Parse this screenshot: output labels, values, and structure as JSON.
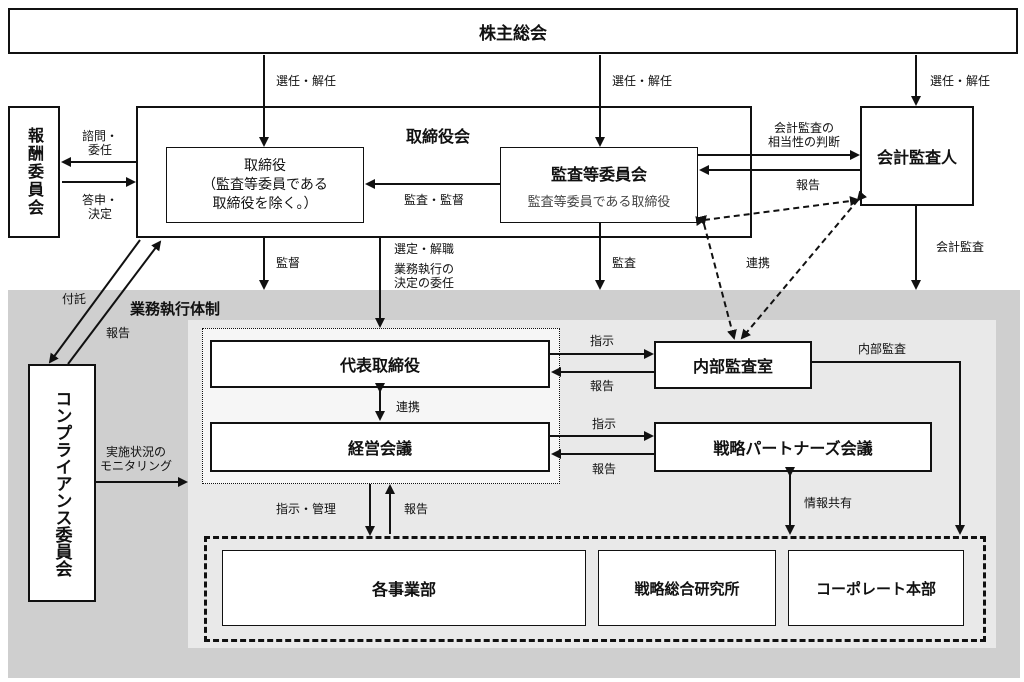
{
  "shareholders_meeting": "株主総会",
  "board": {
    "title": "取締役会",
    "directors_box": [
      "取締役",
      "（監査等委員である",
      "取締役を除く。）"
    ],
    "audit_committee_title": "監査等委員会",
    "audit_committee_sub": "監査等委員である取締役"
  },
  "compensation_committee": "報酬委員会",
  "accounting_auditor": "会計監査人",
  "compliance_committee": "コンプライアンス委員会",
  "business_system_title": "業務執行体制",
  "representative_director": "代表取締役",
  "management_meeting": "経営会議",
  "internal_audit_office": "内部監査室",
  "strategic_partners_meeting": "戦略パートナーズ会議",
  "business_units": [
    "各事業部",
    "戦略総合研究所",
    "コーポレート本部"
  ],
  "labels": {
    "elect_dismiss": "選任・解任",
    "consult": [
      "諮問・",
      "委任"
    ],
    "report_decide": [
      "答申・",
      "決定"
    ],
    "audit_supervise": "監査・監督",
    "audit_appropriateness": [
      "会計監査の",
      "相当性の判断"
    ],
    "report": "報告",
    "supervise": "監督",
    "select_dismiss": "選定・解職",
    "delegation": [
      "業務執行の",
      "決定の委任"
    ],
    "audit": "監査",
    "cooperation": "連携",
    "accounting_audit": "会計監査",
    "entrust": "付託",
    "instruction": "指示",
    "internal_audit": "内部監査",
    "monitoring": [
      "実施状況の",
      "モニタリング"
    ],
    "instruction_management": "指示・管理",
    "info_sharing": "情報共有"
  }
}
